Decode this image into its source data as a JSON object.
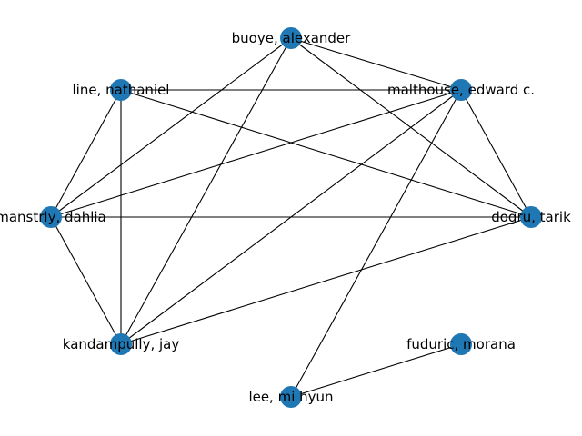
{
  "graph": {
    "node_color": "#1f77b4",
    "edge_color": "#000000",
    "nodes": [
      {
        "id": "buoye",
        "label": "buoye, alexander"
      },
      {
        "id": "malthouse",
        "label": "malthouse, edward c."
      },
      {
        "id": "line",
        "label": "line, nathaniel"
      },
      {
        "id": "manstrly",
        "label": "manstrly, dahlia"
      },
      {
        "id": "dogru",
        "label": "dogru, tarik"
      },
      {
        "id": "kandampully",
        "label": "kandampully, jay"
      },
      {
        "id": "fuduric",
        "label": "fuduric, morana"
      },
      {
        "id": "lee",
        "label": "lee, mi hyun"
      }
    ],
    "edges": [
      [
        "buoye",
        "malthouse"
      ],
      [
        "buoye",
        "dogru"
      ],
      [
        "buoye",
        "manstrly"
      ],
      [
        "buoye",
        "kandampully"
      ],
      [
        "line",
        "malthouse"
      ],
      [
        "line",
        "dogru"
      ],
      [
        "line",
        "manstrly"
      ],
      [
        "line",
        "kandampully"
      ],
      [
        "malthouse",
        "dogru"
      ],
      [
        "malthouse",
        "manstrly"
      ],
      [
        "malthouse",
        "kandampully"
      ],
      [
        "malthouse",
        "lee"
      ],
      [
        "manstrly",
        "dogru"
      ],
      [
        "manstrly",
        "kandampully"
      ],
      [
        "kandampully",
        "dogru"
      ],
      [
        "lee",
        "fuduric"
      ]
    ]
  }
}
